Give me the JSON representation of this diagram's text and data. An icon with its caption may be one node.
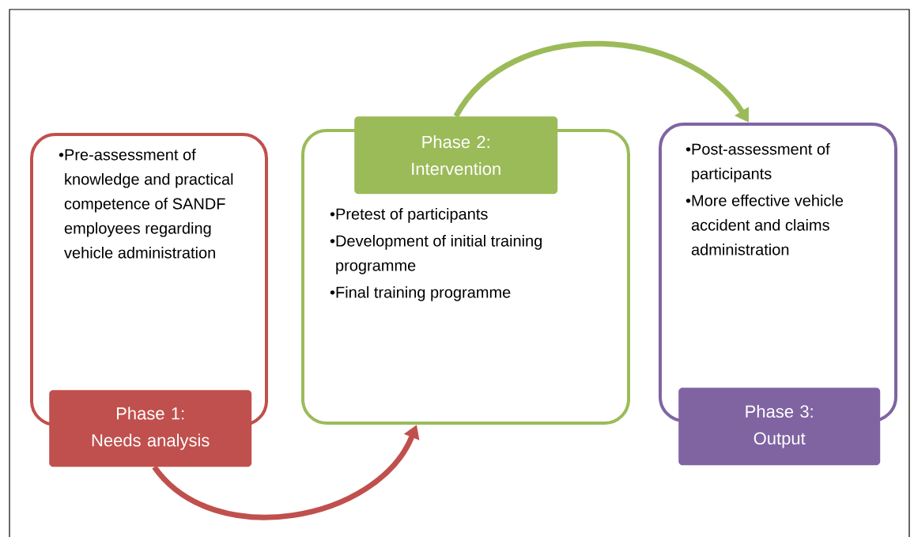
{
  "diagram": {
    "nodes": [
      {
        "text": [
          "•Pre-assessment of knowledge and practical competence of SANDF employees regarding vehicle administration"
        ]
      },
      {
        "text": [
          "Phase 1: Needs analysis"
        ]
      },
      {
        "text": [
          "•Pretest of participants",
          "•Development of initial training programme",
          "•Final training programme"
        ]
      },
      {
        "text": [
          "Phase 2: Intervention"
        ]
      },
      {
        "text": [
          "•Post-assessment of participants",
          "•More effective vehicle accident and claims administration"
        ]
      },
      {
        "text": [
          "Phase 3: Output"
        ]
      }
    ],
    "edges": [
      {
        "from": 1,
        "to": 2,
        "arrow": "to",
        "color": "#c0504d"
      },
      {
        "from": 3,
        "to": 4,
        "arrow": "to",
        "color": "#9bbb59"
      }
    ]
  }
}
